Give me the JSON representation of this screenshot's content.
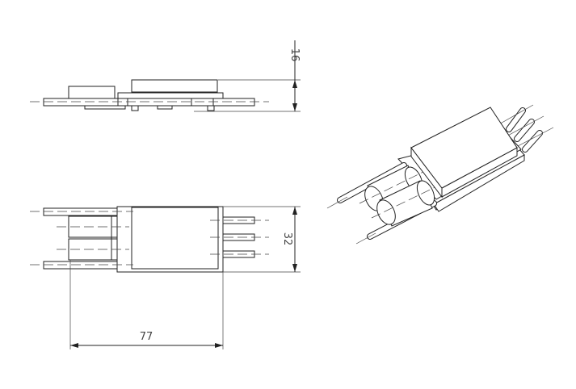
{
  "dimensions": {
    "height": "16",
    "width": "32",
    "length": "77"
  },
  "views": [
    "side-view",
    "top-view",
    "isometric-view"
  ]
}
